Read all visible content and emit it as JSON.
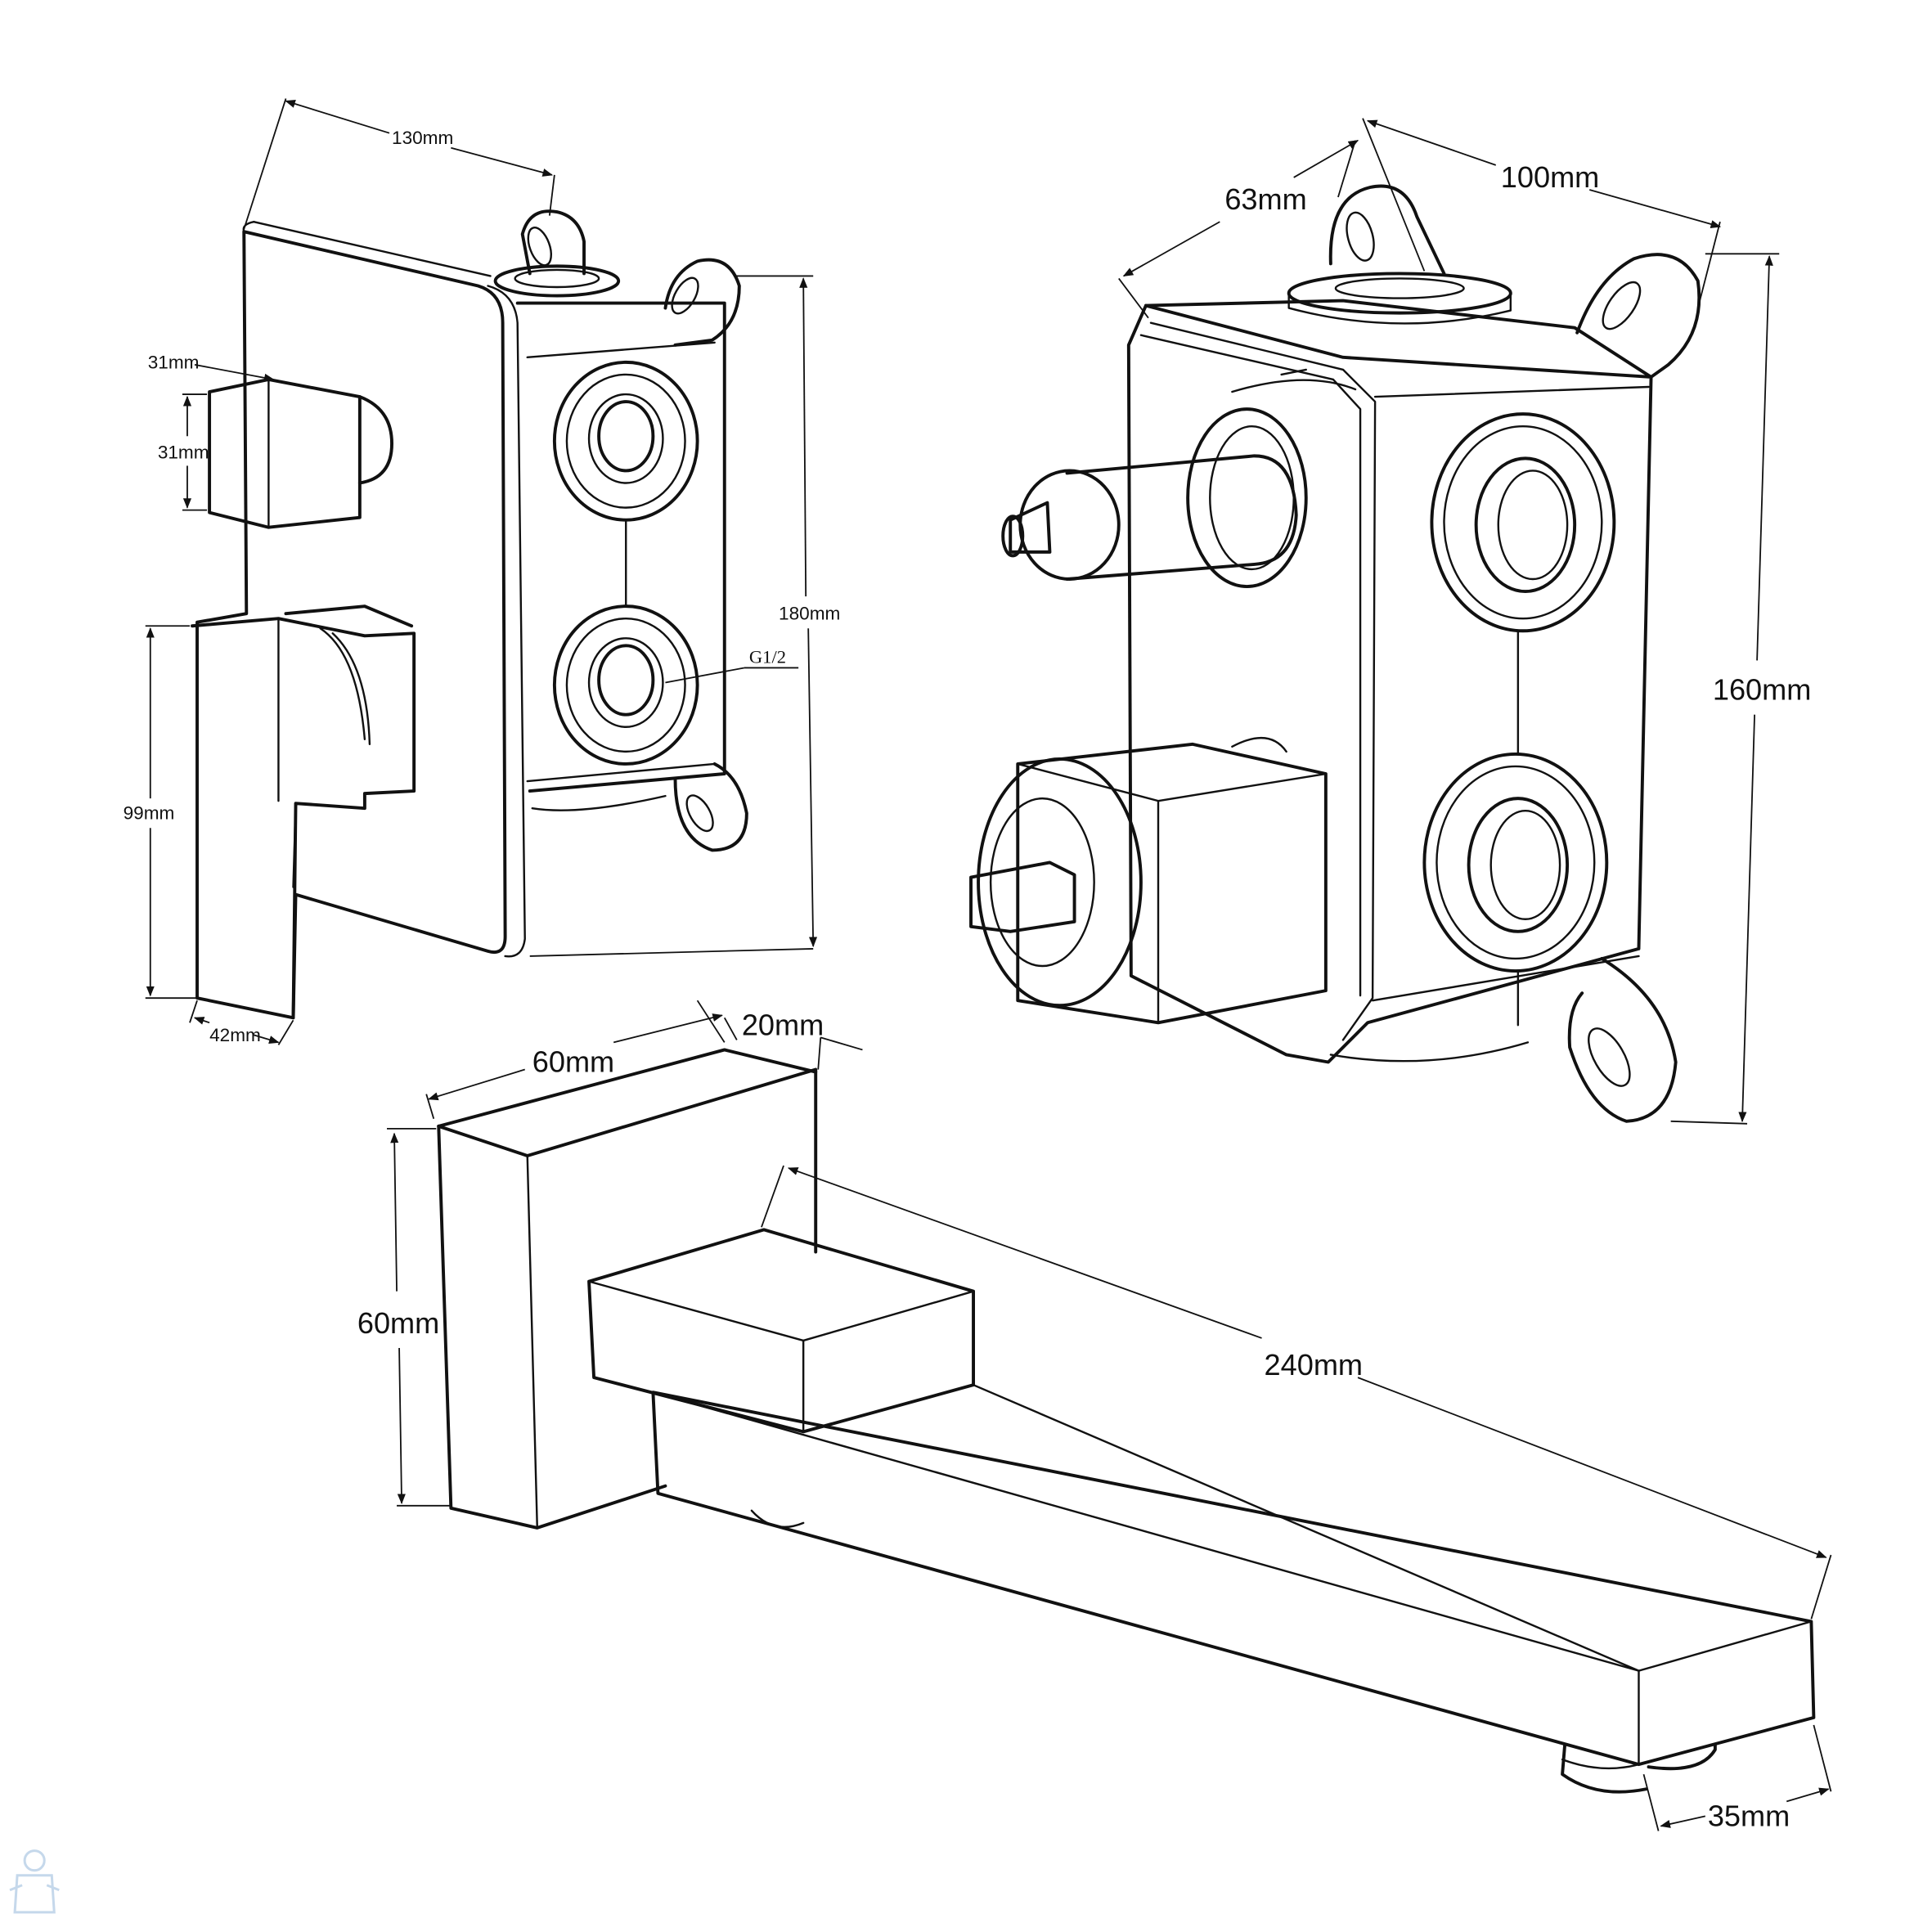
{
  "labels": {
    "d130": "130mm",
    "d31a": "31mm",
    "d31b": "31mm",
    "d180": "180mm",
    "g12": "G1/2",
    "d99": "99mm",
    "d42": "42mm",
    "d63": "63mm",
    "d100": "100mm",
    "d160": "160mm",
    "d60a": "60mm",
    "d20": "20mm",
    "d60b": "60mm",
    "d240": "240mm",
    "d35": "35mm"
  }
}
